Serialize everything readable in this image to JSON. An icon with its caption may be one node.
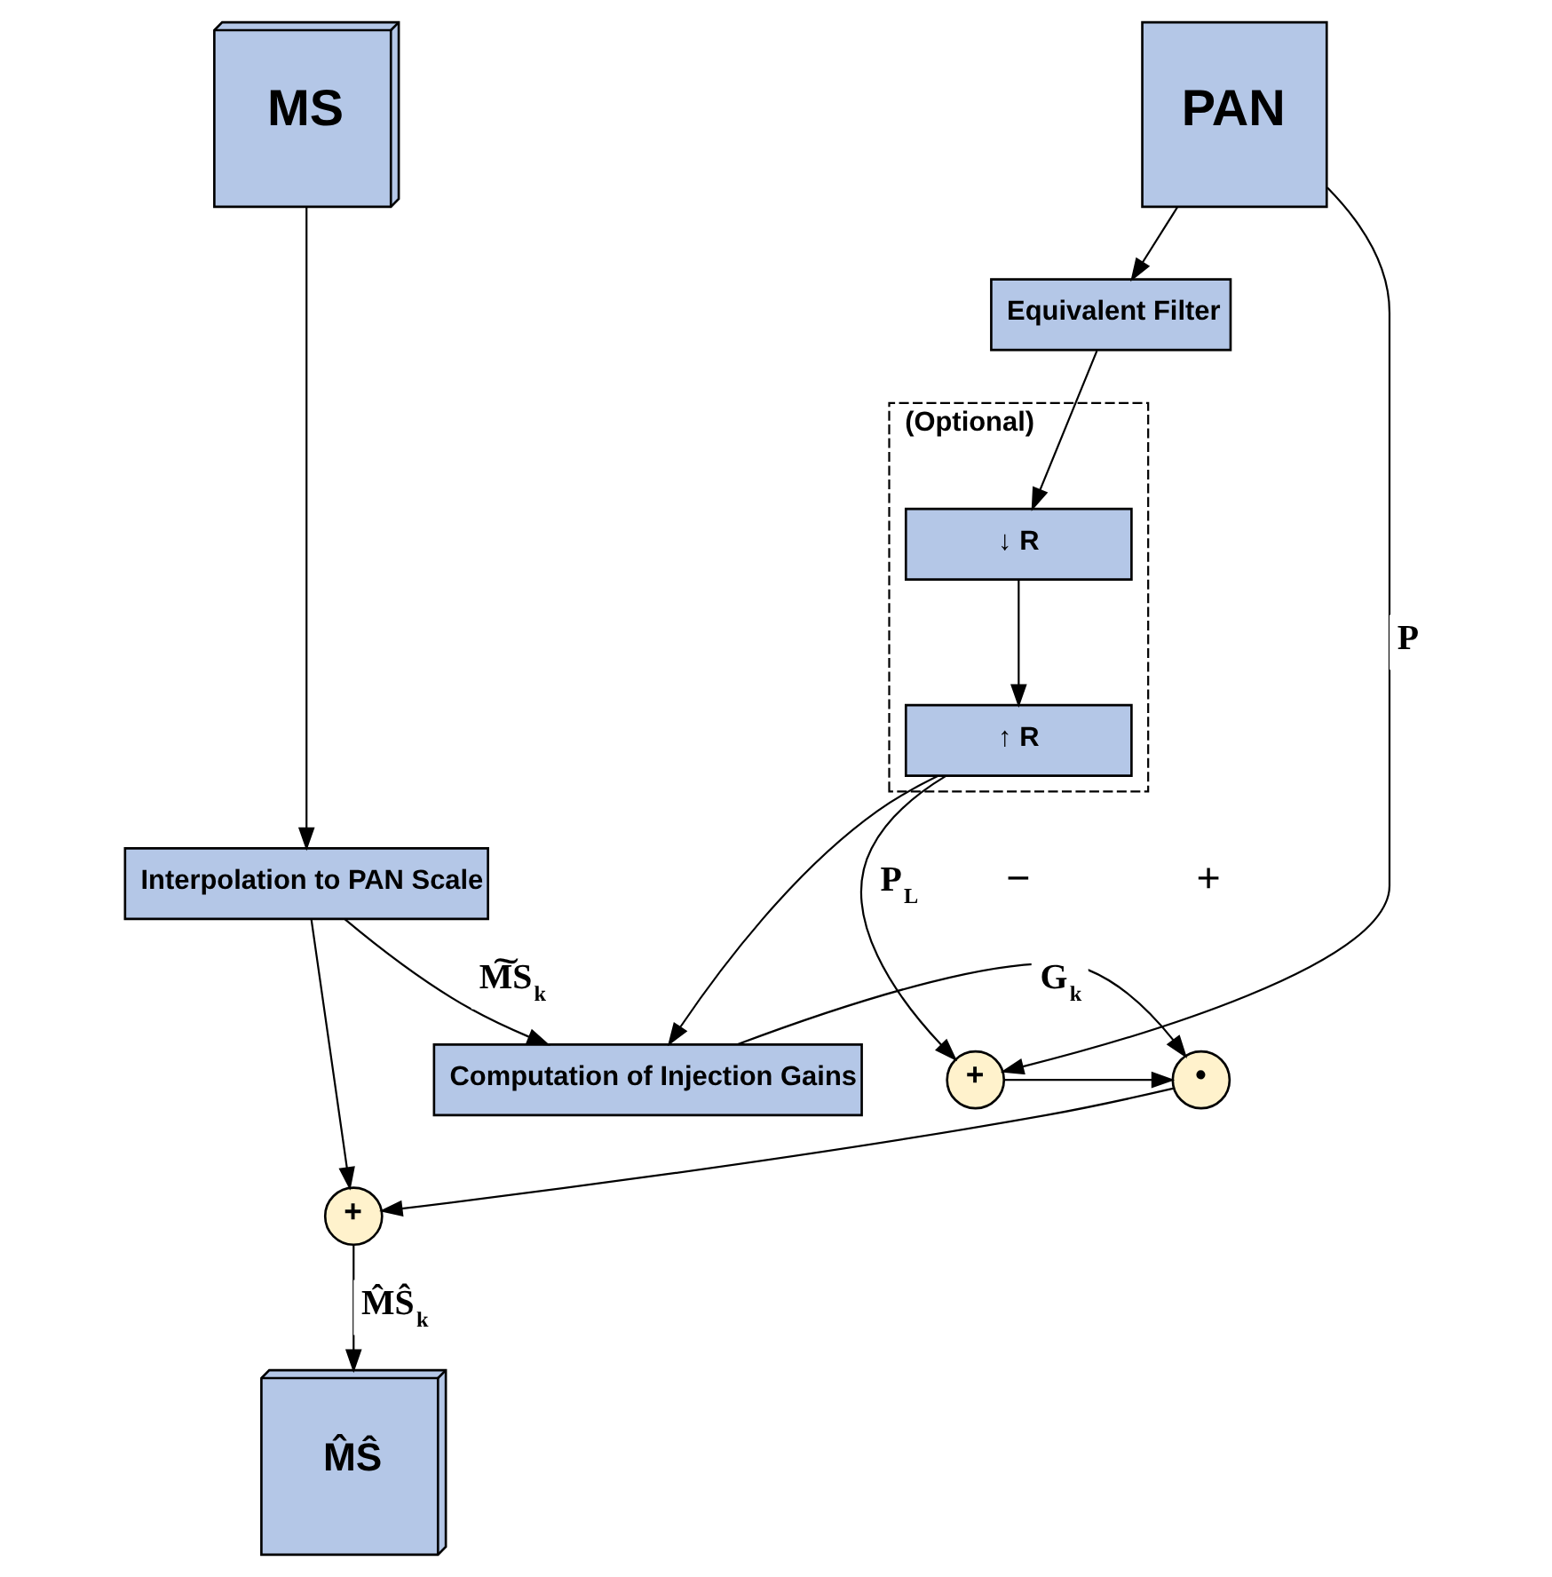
{
  "diagram": {
    "nodes": [
      {
        "text": [
          "MS"
        ]
      },
      {
        "text": [
          "PAN"
        ]
      },
      {
        "text": [
          "Equivalent Filter"
        ]
      },
      {
        "text": [
          "(Optional)"
        ]
      },
      {
        "text": [
          "↓ R"
        ],
        "in": 3
      },
      {
        "text": [
          "↑ R"
        ],
        "in": 3
      },
      {
        "text": [
          "Interpolation to PAN Scale"
        ]
      },
      {
        "text": [
          "Computation of Injection Gains"
        ]
      },
      {
        "text": [
          "•"
        ]
      },
      {
        "text": [
          "+"
        ]
      },
      {
        "text": [
          "+"
        ]
      },
      {
        "text": [
          "M̂Ŝ"
        ]
      }
    ],
    "edges": [
      {
        "from": 0,
        "to": 6,
        "arrow": "to"
      },
      {
        "from": 1,
        "to": 2,
        "arrow": "to"
      },
      {
        "from": 2,
        "to": 4,
        "arrow": "to"
      },
      {
        "from": 4,
        "to": 5,
        "arrow": "to"
      },
      {
        "from": 5,
        "to": 7,
        "arrow": "to"
      },
      {
        "from": 5,
        "to": 9,
        "arrow": "to",
        "label": "P$_{L}$"
      },
      {
        "from": 1,
        "to": 9,
        "arrow": "to",
        "label": "P"
      },
      {
        "from": 6,
        "to": 7,
        "arrow": "to",
        "label": "M͠S$_{k}$"
      },
      {
        "from": 6,
        "to": 10,
        "arrow": "to"
      },
      {
        "from": 7,
        "to": 8,
        "arrow": "to",
        "label": "G$_{k}$"
      },
      {
        "from": 9,
        "to": 8,
        "arrow": "to"
      },
      {
        "from": 8,
        "to": 10,
        "arrow": "to"
      },
      {
        "from": 10,
        "to": 11,
        "arrow": "to",
        "label": "M̂Ŝ$_{k}$"
      }
    ],
    "labels": [
      "−",
      "+"
    ]
  }
}
